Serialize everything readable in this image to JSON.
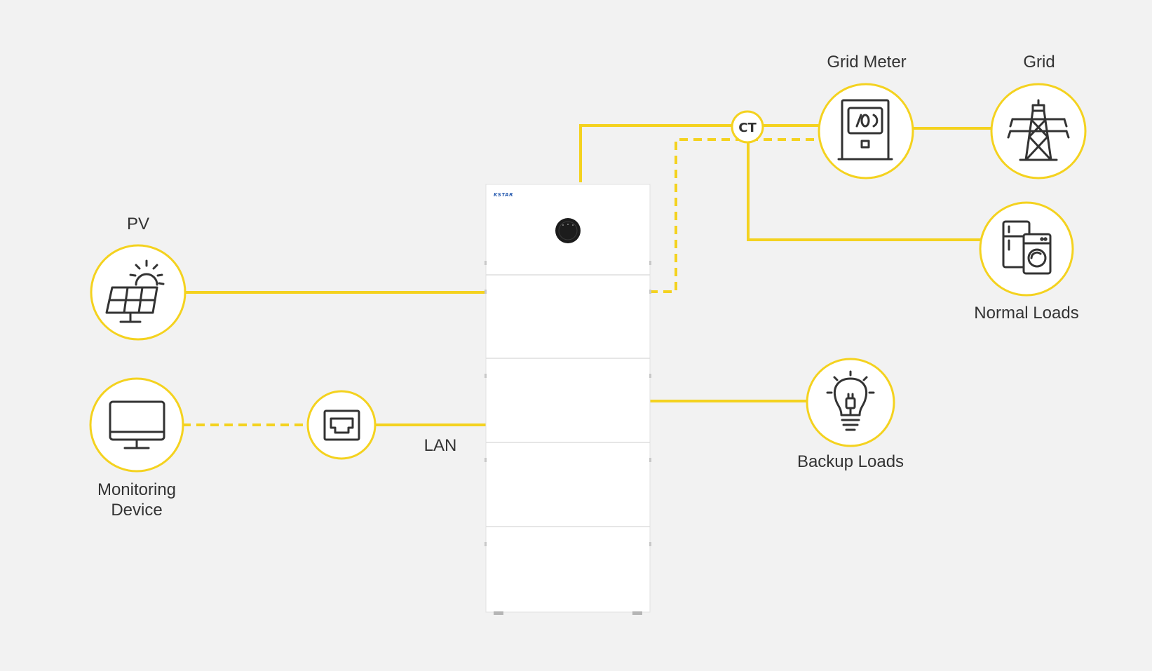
{
  "device": {
    "brand": "KSTAR",
    "modules": 5
  },
  "nodes": {
    "pv": {
      "label": "PV",
      "icon": "solar-panel-icon"
    },
    "monitoring": {
      "label_line1": "Monitoring",
      "label_line2": "Device",
      "icon": "monitor-icon"
    },
    "router": {
      "icon": "ethernet-port-icon"
    },
    "lan": {
      "label": "LAN"
    },
    "ct": {
      "label": "CT"
    },
    "grid_meter": {
      "label": "Grid Meter",
      "icon": "electric-meter-icon"
    },
    "grid": {
      "label": "Grid",
      "icon": "power-tower-icon"
    },
    "normal_loads": {
      "label": "Normal Loads",
      "icon": "appliances-icon"
    },
    "backup_loads": {
      "label": "Backup Loads",
      "icon": "light-bulb-icon"
    }
  },
  "colors": {
    "accent": "#f4d21f",
    "text": "#333333",
    "background": "#f2f2f2",
    "device_body": "#ffffff",
    "brand": "#2a5db0"
  }
}
